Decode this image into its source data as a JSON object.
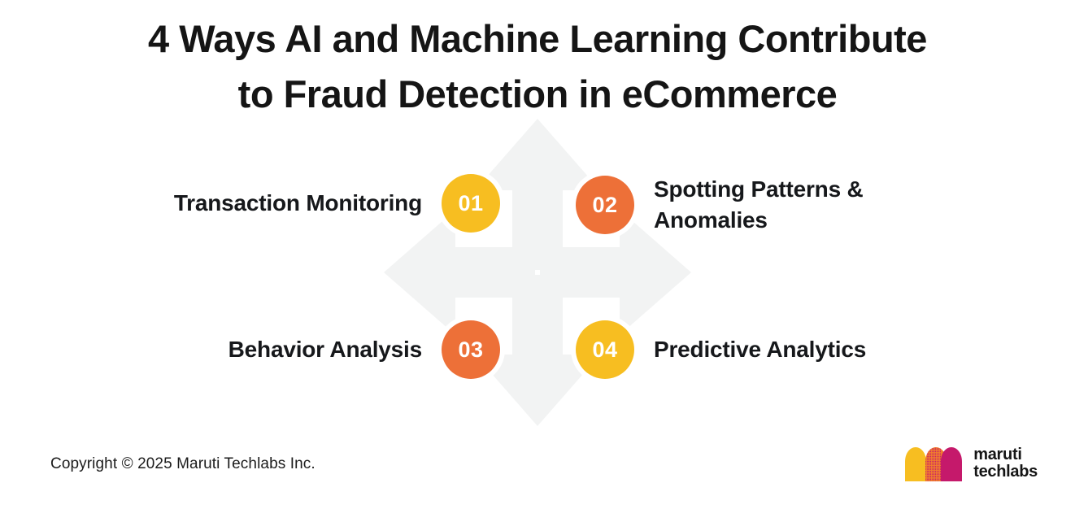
{
  "title": {
    "line1": "4 Ways AI and Machine Learning Contribute",
    "line2": "to Fraud Detection in eCommerce"
  },
  "background_graphic": {
    "name": "four-way-arrow",
    "color": "#F2F3F3"
  },
  "colors": {
    "yellow": "#F7BE21",
    "orange": "#ED7038",
    "magenta": "#C5196B",
    "text_dark": "#16181b",
    "page_background": "#FFFFFF",
    "graphic_gray": "#F2F3F3"
  },
  "items": [
    {
      "number": "01",
      "label": "Transaction Monitoring",
      "label_lines": [
        "Transaction Monitoring"
      ],
      "color": "#F7BE21",
      "side": "left"
    },
    {
      "number": "02",
      "label": "Spotting Patterns & Anomalies",
      "label_lines": [
        "Spotting Patterns &",
        "Anomalies"
      ],
      "color": "#ED7038",
      "side": "right"
    },
    {
      "number": "03",
      "label": "Behavior Analysis",
      "label_lines": [
        "Behavior Analysis"
      ],
      "color": "#ED7038",
      "side": "left"
    },
    {
      "number": "04",
      "label": "Predictive Analytics",
      "label_lines": [
        "Predictive Analytics"
      ],
      "color": "#F7BE21",
      "side": "right"
    }
  ],
  "footer": {
    "copyright": "Copyright © 2025 Maruti Techlabs Inc.",
    "logo": {
      "name": "maruti-techlabs-logo",
      "line1": "maruti",
      "line2": "techlabs"
    }
  }
}
